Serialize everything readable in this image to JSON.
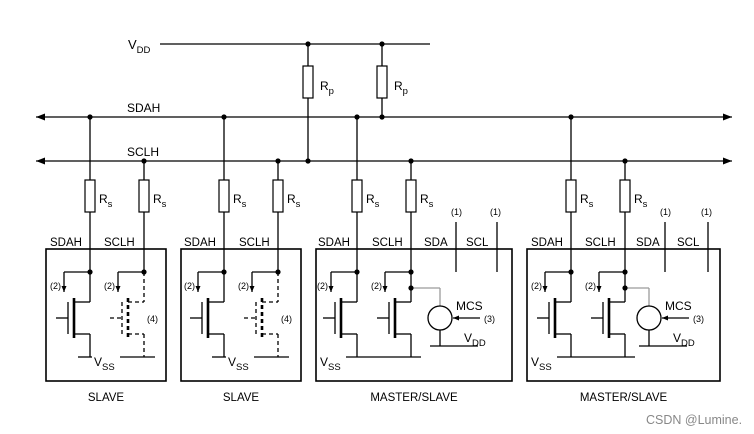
{
  "supply": {
    "base": "V",
    "sub": "DD"
  },
  "bus": {
    "sdah": "SDAH",
    "sclh": "SCLH"
  },
  "pullups": [
    {
      "base": "R",
      "sub": "p"
    },
    {
      "base": "R",
      "sub": "p"
    }
  ],
  "devices": [
    {
      "caption": "SLAVE",
      "pin_sdah": "SDAH",
      "pin_sclh": "SCLH",
      "rs_sdah": {
        "base": "R",
        "sub": "s"
      },
      "rs_sclh": {
        "base": "R",
        "sub": "s"
      },
      "note_sdah": "(2)",
      "note_sclh": "(2)",
      "note_optional": "(4)",
      "vss": {
        "base": "V",
        "sub": "SS"
      }
    },
    {
      "caption": "SLAVE",
      "pin_sdah": "SDAH",
      "pin_sclh": "SCLH",
      "rs_sdah": {
        "base": "R",
        "sub": "s"
      },
      "rs_sclh": {
        "base": "R",
        "sub": "s"
      },
      "note_sdah": "(2)",
      "note_sclh": "(2)",
      "note_optional": "(4)",
      "vss": {
        "base": "V",
        "sub": "SS"
      }
    },
    {
      "caption": "MASTER/SLAVE",
      "pin_sdah": "SDAH",
      "pin_sclh": "SCLH",
      "pin_sda": "SDA",
      "pin_scl": "SCL",
      "note_sda": "(1)",
      "note_scl": "(1)",
      "rs_sdah": {
        "base": "R",
        "sub": "s"
      },
      "rs_sclh": {
        "base": "R",
        "sub": "s"
      },
      "note_sdah": "(2)",
      "note_sclh": "(2)",
      "mcs": "MCS",
      "note_mcs": "(3)",
      "vdd": {
        "base": "V",
        "sub": "DD"
      },
      "vss": {
        "base": "V",
        "sub": "SS"
      }
    },
    {
      "caption": "MASTER/SLAVE",
      "pin_sdah": "SDAH",
      "pin_sclh": "SCLH",
      "pin_sda": "SDA",
      "pin_scl": "SCL",
      "note_sda": "(1)",
      "note_scl": "(1)",
      "rs_sdah": {
        "base": "R",
        "sub": "s"
      },
      "rs_sclh": {
        "base": "R",
        "sub": "s"
      },
      "note_sdah": "(2)",
      "note_sclh": "(2)",
      "mcs": "MCS",
      "note_mcs": "(3)",
      "vdd": {
        "base": "V",
        "sub": "DD"
      },
      "vss": {
        "base": "V",
        "sub": "SS"
      }
    }
  ],
  "watermark": "CSDN @Lumine.",
  "colors": {
    "ink": "#000000",
    "mcs_wire": "#9a9a9a",
    "watermark": "#888888",
    "background": "#ffffff"
  }
}
